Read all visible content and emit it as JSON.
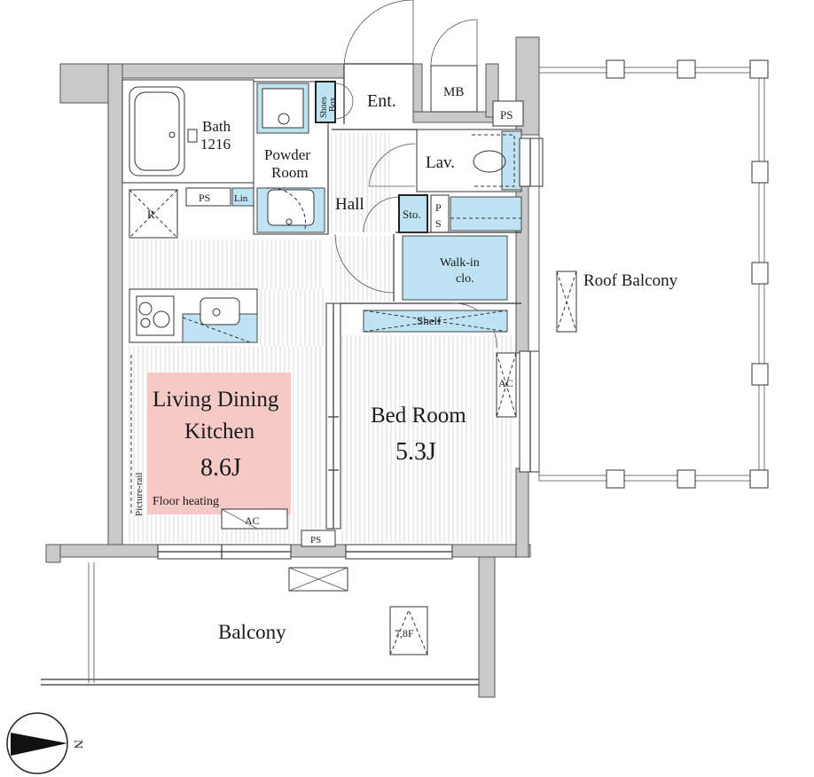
{
  "rooms": {
    "bath": "Bath",
    "bath_size": "1216",
    "powder_room_1": "Powder",
    "powder_room_2": "Room",
    "entrance": "Ent.",
    "shoes_box_1": "Shoes",
    "shoes_box_2": "Box",
    "mb": "MB",
    "ps_top": "PS",
    "lav": "Lav.",
    "hall": "Hall",
    "sto": "Sto.",
    "ps_vertical_1": "P",
    "ps_vertical_2": "S",
    "walkin_1": "Walk-in",
    "walkin_2": "clo.",
    "roof_balcony": "Roof Balcony",
    "ps_left": "PS",
    "lin": "Lin",
    "r_mark": "R",
    "shelf": "Shelf",
    "ac_right": "AC",
    "ldk_1": "Living Dining",
    "ldk_2": "Kitchen",
    "ldk_size": "8.6J",
    "floor_heating": "Floor heating",
    "picture_rail": "Picture-rail",
    "ac_ldk": "AC",
    "ps_bottom": "PS",
    "bedroom": "Bed Room",
    "bedroom_size": "5.3J",
    "balcony": "Balcony",
    "floor_note": "7,8F",
    "compass": "N"
  },
  "colors": {
    "wall": "#c9c9c9",
    "water_area": "#bfe3f2",
    "ldk_highlight": "#f4c9c6"
  }
}
